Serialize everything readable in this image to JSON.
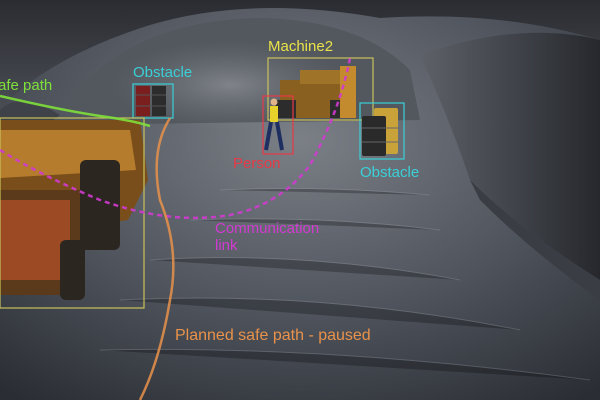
{
  "labels": {
    "safe_path": "afe path",
    "obstacle_1": "Obstacle",
    "machine2": "Machine2",
    "person": "Person",
    "obstacle_2": "Obstacle",
    "communication_link": "Communication link",
    "planned_safe_path": "Planned safe path - paused"
  },
  "colors": {
    "safe_path": "#7ee03a",
    "obstacle": "#3ad0d8",
    "machine": "#e8e24a",
    "person": "#e83a46",
    "communication_link": "#d23ad2",
    "planned_safe_path": "#e9924a",
    "machine_box": "#c9c25a"
  }
}
